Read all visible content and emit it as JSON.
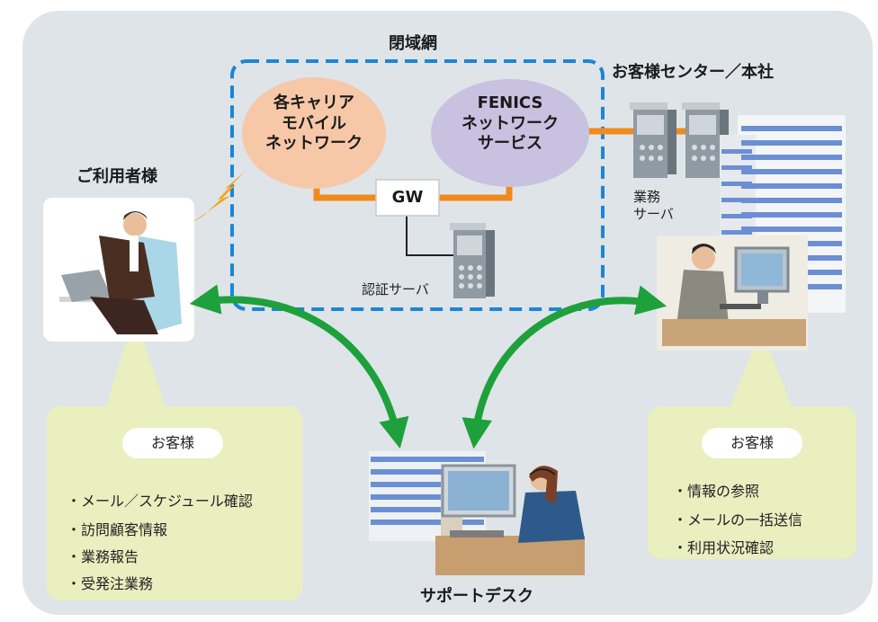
{
  "closed_network": {
    "label": "閉域網"
  },
  "mobile_network": {
    "lines": [
      "各キャリア",
      "モバイル",
      "ネットワーク"
    ]
  },
  "fenics_service": {
    "lines": [
      "FENICS",
      "ネットワーク",
      "サービス"
    ]
  },
  "gateway": {
    "label": "GW"
  },
  "auth_server": {
    "label": "認証サーバ"
  },
  "customer_center": {
    "label": "お客様センター／本社"
  },
  "business_server": {
    "lines": [
      "業務",
      "サーバ"
    ]
  },
  "user": {
    "label": "ご利用者様"
  },
  "support_desk": {
    "label": "サポートデスク"
  },
  "left_panel": {
    "title": "お客様",
    "items": [
      "・メール／スケジュール確認",
      "・訪問顧客情報",
      "・業務報告",
      "・受発注業務"
    ]
  },
  "right_panel": {
    "title": "お客様",
    "items": [
      "・情報の参照",
      "・メールの一括送信",
      "・利用状況確認"
    ]
  },
  "colors": {
    "background": "#dfe4e8",
    "dashed_border": "#1a86d6",
    "mobile_bubble": "#f7c8a8",
    "fenics_bubble": "#c8c1e0",
    "connector": "#f08a1c",
    "arrow": "#1ea13c",
    "panel": "#e9efbf"
  }
}
